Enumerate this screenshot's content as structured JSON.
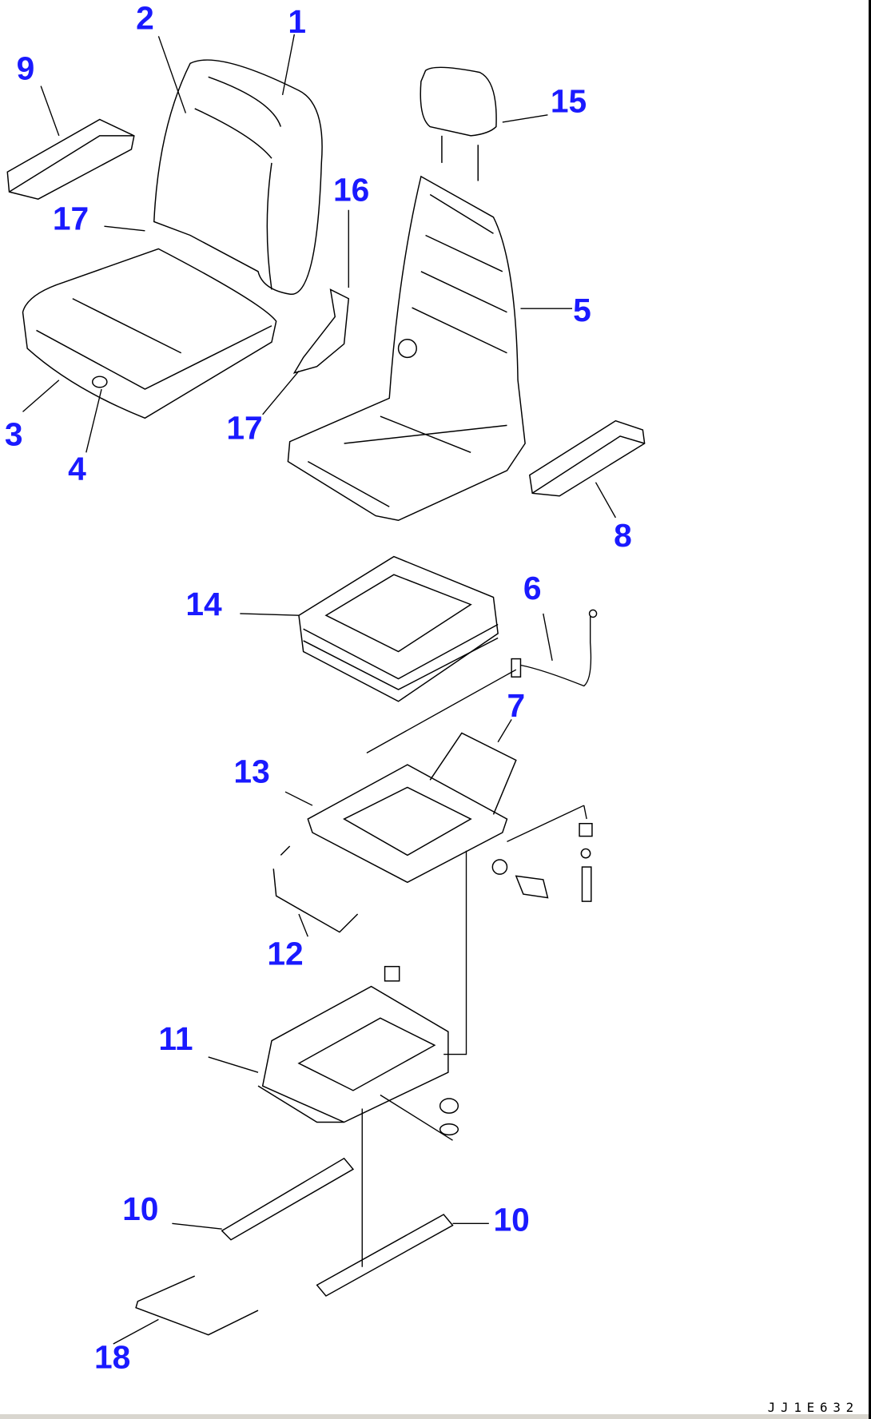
{
  "diagram": {
    "callouts": [
      "1",
      "2",
      "3",
      "4",
      "5",
      "6",
      "7",
      "8",
      "9",
      "10",
      "10",
      "11",
      "12",
      "13",
      "14",
      "15",
      "16",
      "17",
      "17",
      "18"
    ],
    "drawing_code": "JJ1E632"
  },
  "colors": {
    "callout": "#1a1aff",
    "line": "#000000"
  }
}
